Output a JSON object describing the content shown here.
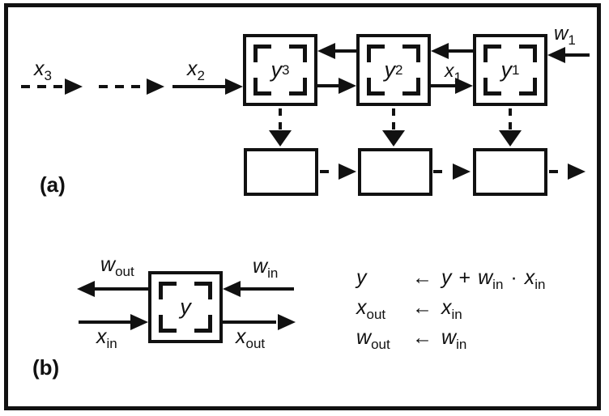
{
  "panels": {
    "a": {
      "label": "(a)"
    },
    "b": {
      "label": "(b)"
    }
  },
  "cells": {
    "y3": {
      "base": "y",
      "sub": "3"
    },
    "y2": {
      "base": "y",
      "sub": "2"
    },
    "y1": {
      "base": "y",
      "sub": "1"
    },
    "y": {
      "base": "y",
      "sub": ""
    }
  },
  "signals": {
    "x3": {
      "base": "x",
      "sub": "3"
    },
    "x2": {
      "base": "x",
      "sub": "2"
    },
    "x1": {
      "base": "x",
      "sub": "1"
    },
    "w1": {
      "base": "w",
      "sub": "1"
    },
    "w_out": {
      "base": "w",
      "sub": "out"
    },
    "w_in": {
      "base": "w",
      "sub": "in"
    },
    "x_in": {
      "base": "x",
      "sub": "in"
    },
    "x_out": {
      "base": "x",
      "sub": "out"
    }
  },
  "equations": [
    {
      "lhs_base": "y",
      "lhs_sub": "",
      "arrow": "←",
      "rhs_a": "y",
      "op1": "+",
      "t2_base": "w",
      "t2_sub": "in",
      "op2": "·",
      "t3_base": "x",
      "t3_sub": "in"
    },
    {
      "lhs_base": "x",
      "lhs_sub": "out",
      "arrow": "←",
      "t2_base": "x",
      "t2_sub": "in"
    },
    {
      "lhs_base": "w",
      "lhs_sub": "out",
      "arrow": "←",
      "t2_base": "w",
      "t2_sub": "in"
    }
  ],
  "colors": {
    "ink": "#111111",
    "paper": "#ffffff"
  }
}
